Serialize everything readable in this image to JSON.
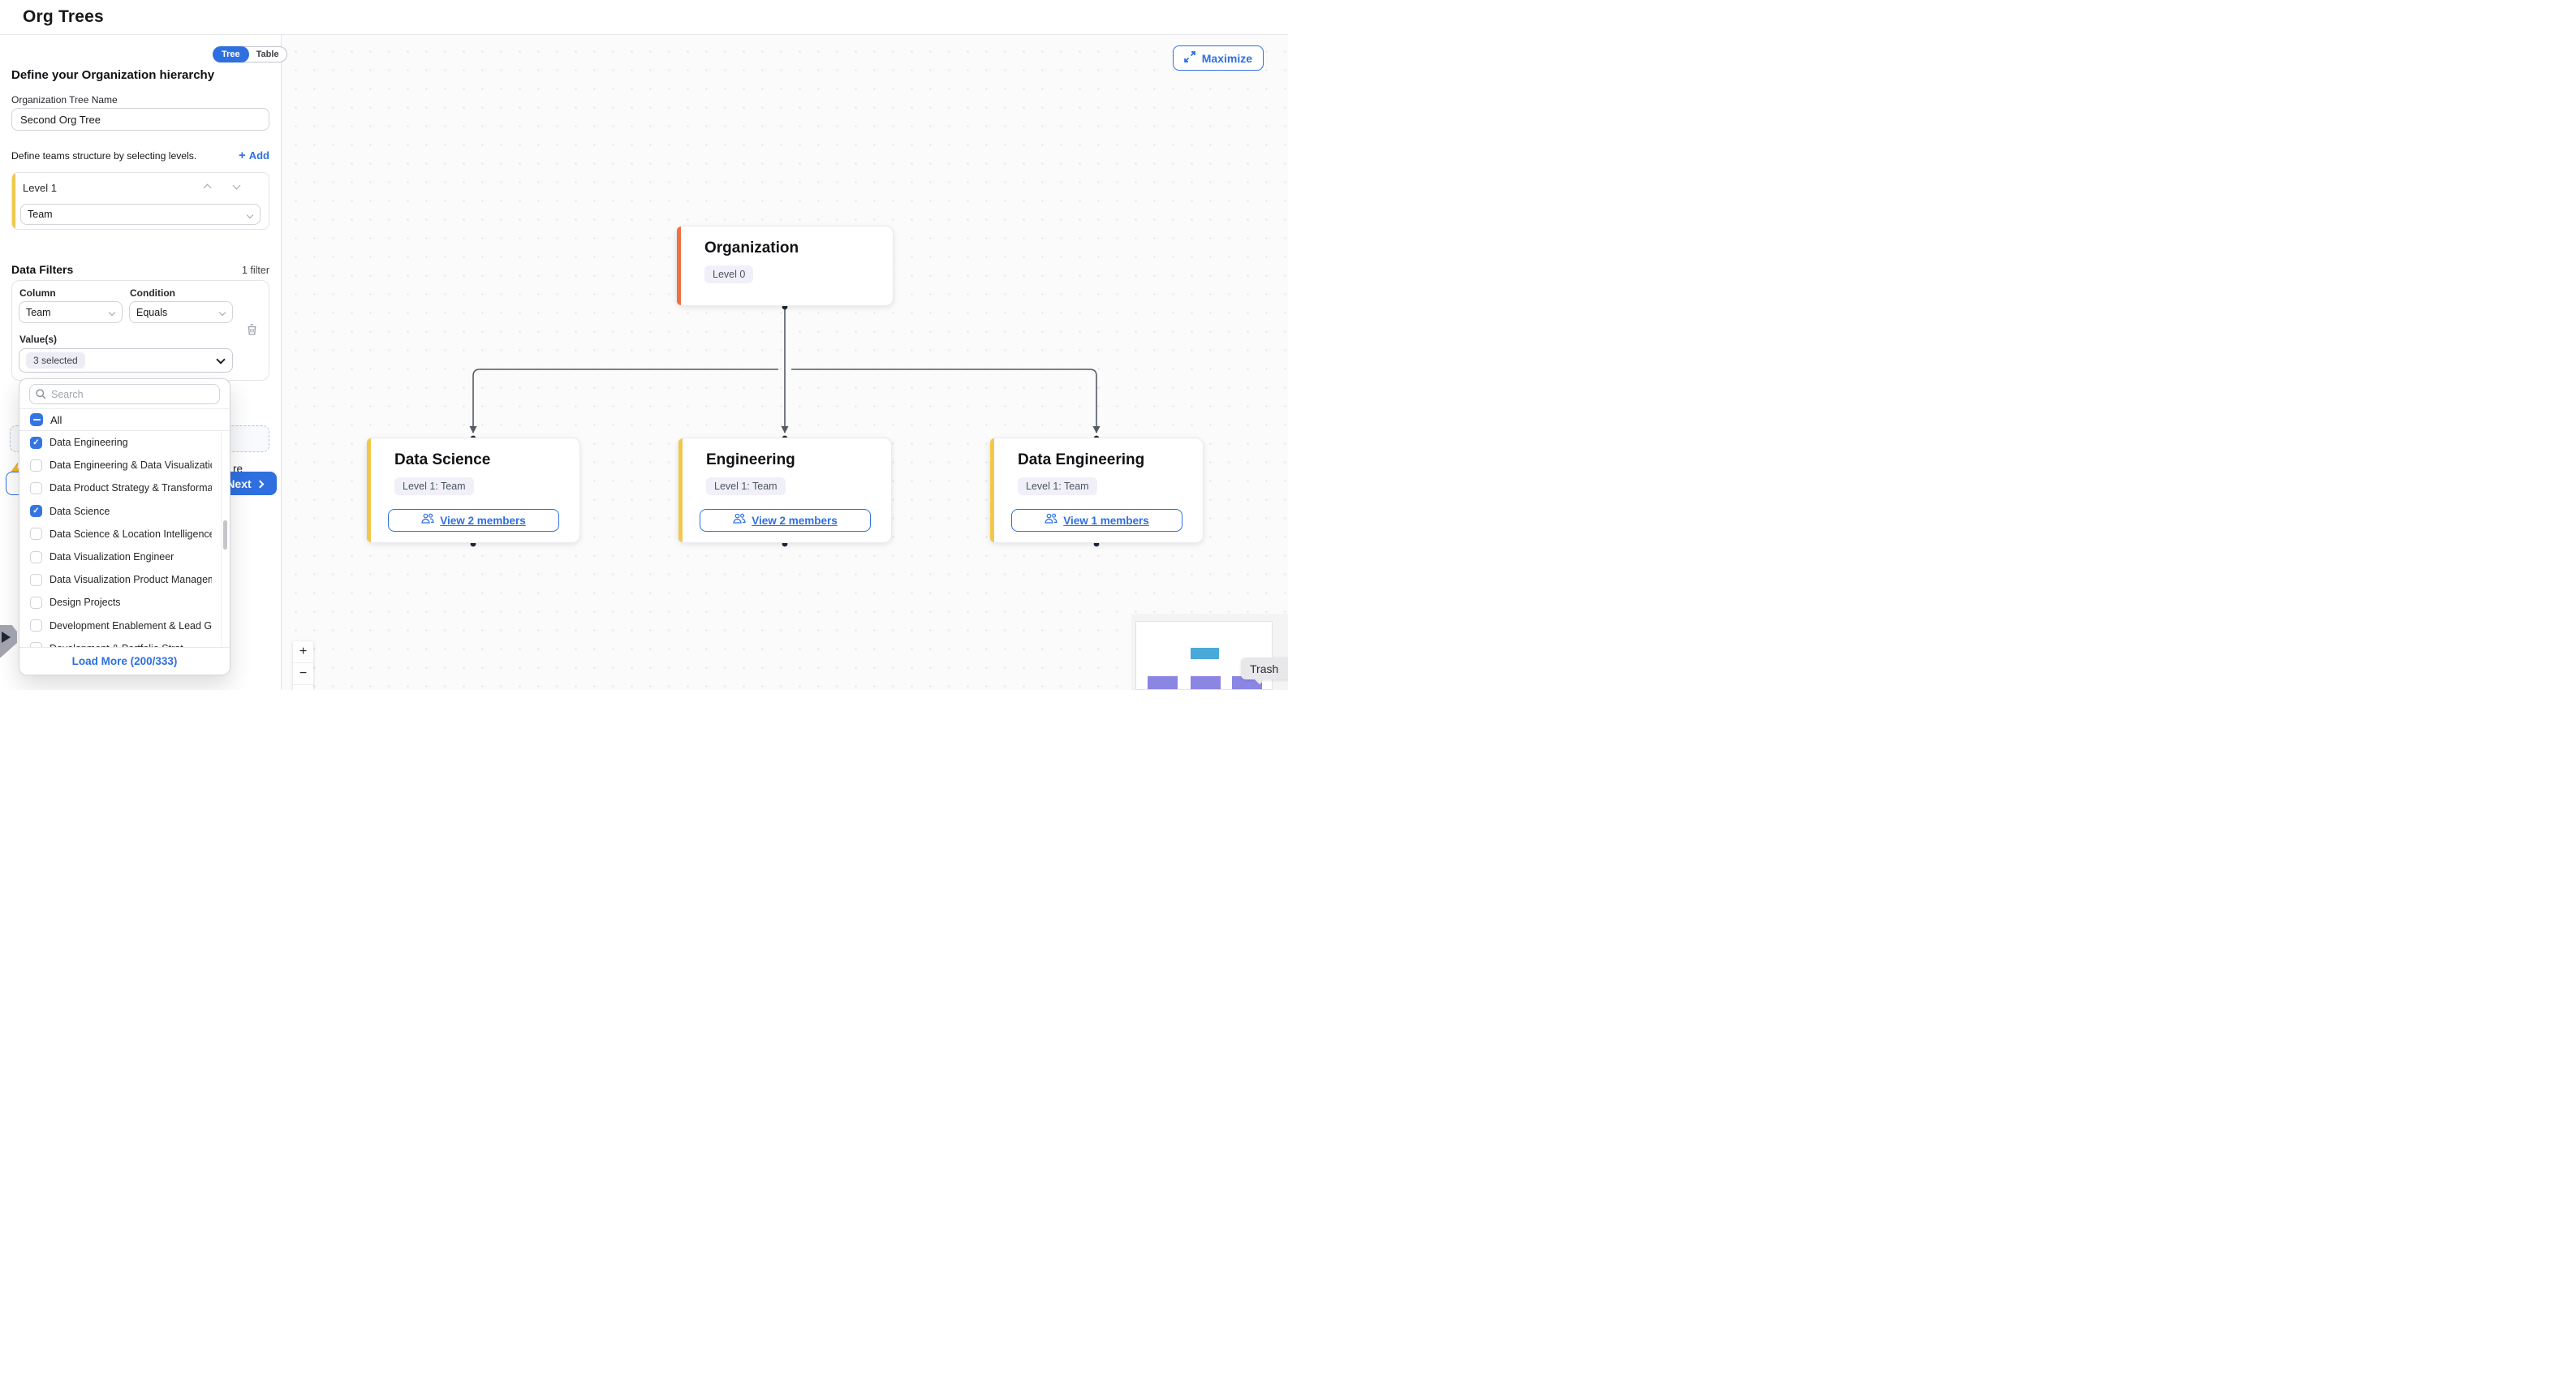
{
  "colors": {
    "blue": "#2f6fe0",
    "checkbox-blue": "#3575e3",
    "orange": "#ef7041",
    "yellow": "#f2c84b",
    "connector": "#555b63",
    "node-dot": "#1d2838",
    "minimap-blue": "#49a9d9",
    "minimap-purple": "#8b85e3"
  },
  "icons": {
    "check": "✓",
    "plus": "+",
    "zoom_in": "+",
    "zoom_out": "−"
  },
  "header": {
    "title": "Org Trees"
  },
  "view_toggle": {
    "options": [
      "Tree",
      "Table"
    ],
    "active": "Tree"
  },
  "hierarchy_panel": {
    "heading": "Define your Organization hierarchy",
    "tree_name_label": "Organization Tree Name",
    "tree_name_value": "Second Org Tree",
    "levels_hint": "Define teams structure by selecting levels.",
    "add_button": "Add",
    "levels": [
      {
        "label": "Level 1",
        "value": "Team"
      }
    ]
  },
  "data_filters": {
    "title": "Data Filters",
    "count_label": "1 filter",
    "column_label": "Column",
    "column_value": "Team",
    "condition_label": "Condition",
    "condition_value": "Equals",
    "values_label": "Value(s)",
    "values_selected": "3 selected"
  },
  "value_dropdown": {
    "search_placeholder": "Search",
    "select_all_label": "All",
    "select_all_state": "indeterminate",
    "options": [
      {
        "label": "Data Engineering",
        "checked": true
      },
      {
        "label": "Data Engineering & Data Visualization",
        "checked": false
      },
      {
        "label": "Data Product Strategy & Transformat...",
        "checked": false
      },
      {
        "label": "Data Science",
        "checked": true
      },
      {
        "label": "Data Science & Location Intelligence",
        "checked": false
      },
      {
        "label": "Data Visualization Engineer",
        "checked": false
      },
      {
        "label": "Data Visualization Product Managem...",
        "checked": false
      },
      {
        "label": "Design Projects",
        "checked": false
      },
      {
        "label": "Development Enablement & Lead Ge...",
        "checked": false
      },
      {
        "label": "Development & Portfolio Strat...",
        "checked": false,
        "clipped": true
      }
    ],
    "load_more_label": "Load More (200/333)"
  },
  "wizard": {
    "next_label": "Next",
    "visible_text_fragment": "re"
  },
  "canvas": {
    "maximize_label": "Maximize",
    "trash_tooltip": "Trash",
    "zoom_in_label": "+",
    "zoom_out_label": "−",
    "root_node": {
      "title": "Organization",
      "badge": "Level 0"
    },
    "child_nodes": [
      {
        "title": "Data Science",
        "badge": "Level 1: Team",
        "members_label": "View 2 members"
      },
      {
        "title": "Engineering",
        "badge": "Level 1: Team",
        "members_label": "View 2 members"
      },
      {
        "title": "Data Engineering",
        "badge": "Level 1: Team",
        "members_label": "View 1 members"
      }
    ]
  }
}
